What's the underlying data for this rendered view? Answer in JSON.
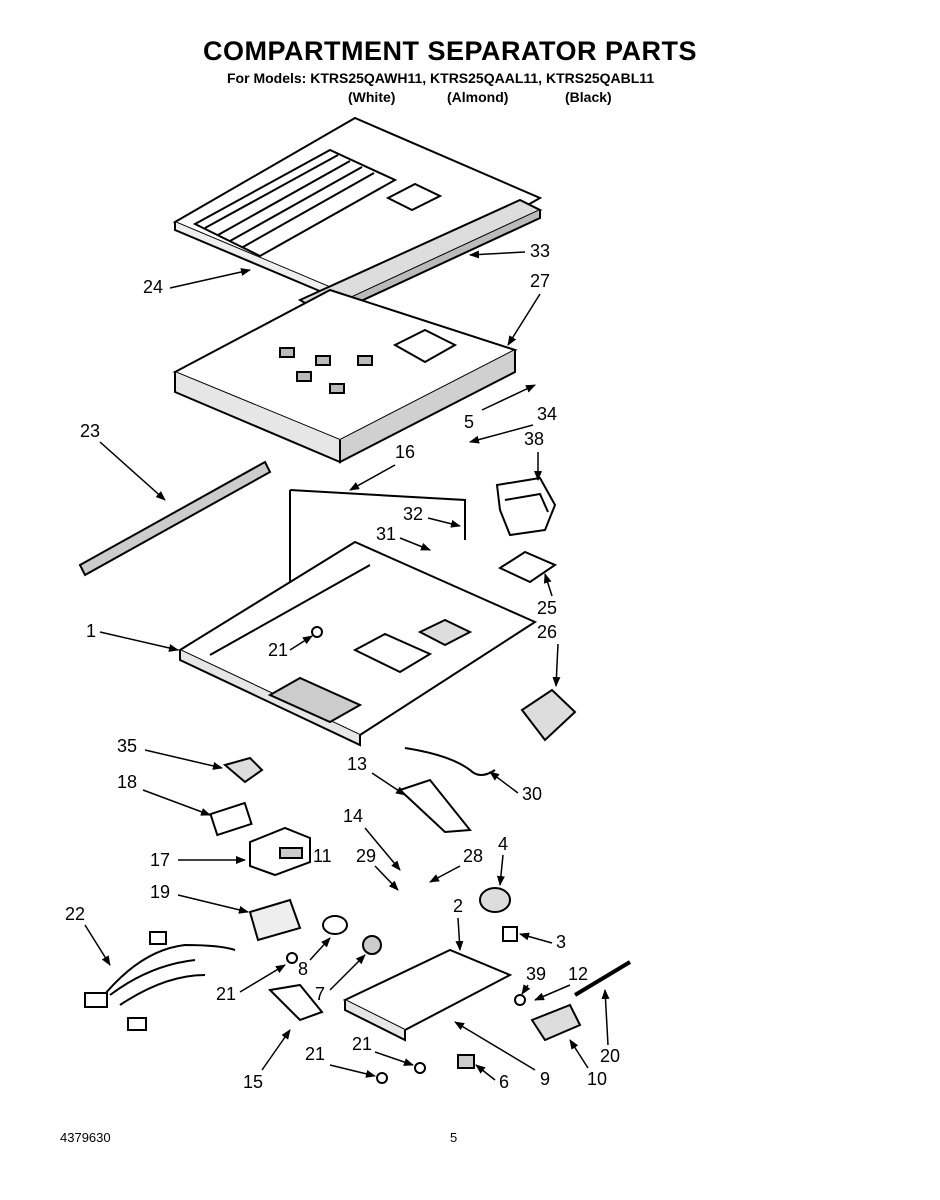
{
  "title": "COMPARTMENT SEPARATOR PARTS",
  "models_line": "For Models: KTRS25QAWH11, KTRS25QAAL11, KTRS25QABL11",
  "colors": {
    "white": "(White)",
    "almond": "(Almond)",
    "black": "(Black)"
  },
  "footer": {
    "doc_number": "4379630",
    "page_number": "5"
  },
  "callouts": {
    "c1": "1",
    "c2": "2",
    "c3": "3",
    "c4": "4",
    "c5": "5",
    "c6": "6",
    "c7": "7",
    "c8": "8",
    "c9": "9",
    "c10": "10",
    "c11": "11",
    "c12": "12",
    "c13": "13",
    "c14": "14",
    "c15": "15",
    "c16": "16",
    "c17": "17",
    "c18": "18",
    "c19": "19",
    "c20": "20",
    "c21a": "21",
    "c21b": "21",
    "c21c": "21",
    "c21d": "21",
    "c22": "22",
    "c23": "23",
    "c24": "24",
    "c25": "25",
    "c26": "26",
    "c27": "27",
    "c28": "28",
    "c29": "29",
    "c30": "30",
    "c31": "31",
    "c32": "32",
    "c33": "33",
    "c34": "34",
    "c35": "35",
    "c38": "38",
    "c39": "39"
  }
}
